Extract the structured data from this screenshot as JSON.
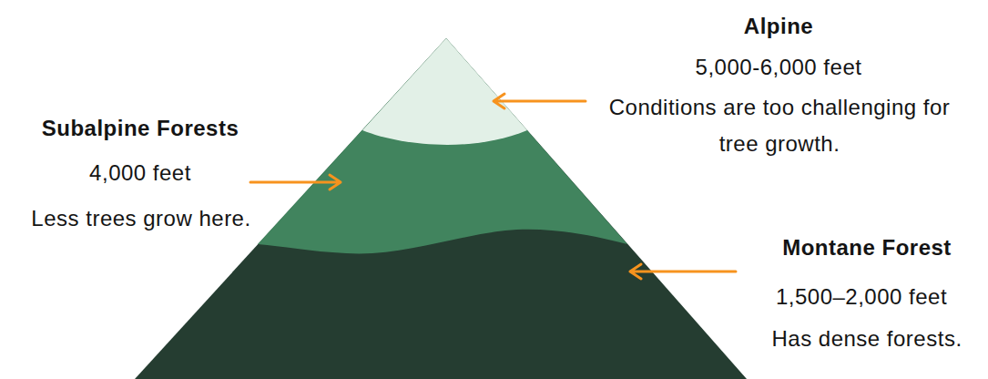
{
  "diagram": {
    "labels": [
      "Alpine",
      "5,000-6,000 feet",
      "Conditions are too challenging for tree growth.",
      "Subalpine Forests",
      "4,000 feet",
      "Less trees grow here.",
      "Montane Forest",
      "1,500–2,000 feet",
      "Has dense forests."
    ]
  }
}
